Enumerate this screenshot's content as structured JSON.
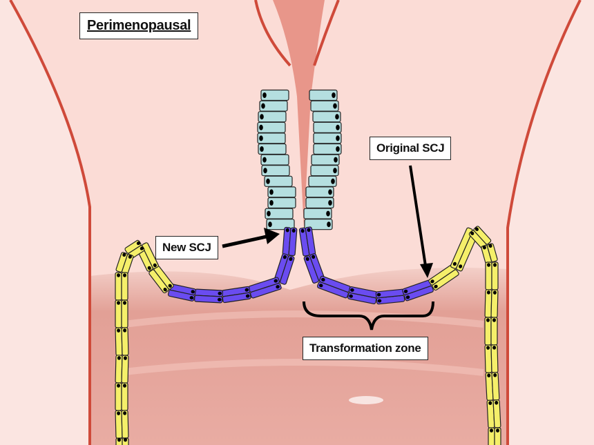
{
  "title": "Perimenopausal",
  "labels": {
    "original_scj": "Original SCJ",
    "new_scj": "New SCJ",
    "transformation_zone": "Transformation zone"
  },
  "colors": {
    "tissue_light": "#fbe1dc",
    "tissue_dark": "#e3a096",
    "wall": "#cf4a3a",
    "columnar_cell": "#b5dfe0",
    "metaplastic_cell": "#6a4cf0",
    "squamous_cell": "#f5ef6a"
  }
}
